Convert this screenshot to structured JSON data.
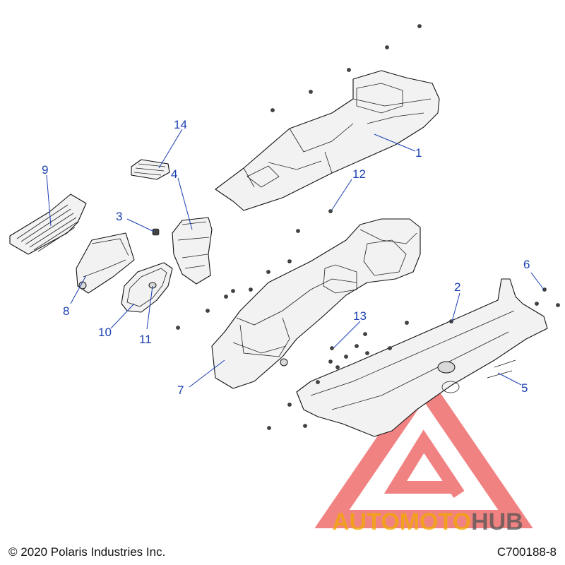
{
  "callouts": [
    {
      "id": "1",
      "label": "1"
    },
    {
      "id": "2",
      "label": "2"
    },
    {
      "id": "3",
      "label": "3"
    },
    {
      "id": "4",
      "label": "4"
    },
    {
      "id": "5",
      "label": "5"
    },
    {
      "id": "6",
      "label": "6"
    },
    {
      "id": "7",
      "label": "7"
    },
    {
      "id": "8",
      "label": "8"
    },
    {
      "id": "9",
      "label": "9"
    },
    {
      "id": "10",
      "label": "10"
    },
    {
      "id": "11",
      "label": "11"
    },
    {
      "id": "12",
      "label": "12"
    },
    {
      "id": "13",
      "label": "13"
    },
    {
      "id": "14",
      "label": "14"
    }
  ],
  "footer": {
    "copyright": "© 2020 Polaris Industries Inc.",
    "drawing_id": "C700188-8"
  },
  "watermark": {
    "part1": "AUTOMOTO",
    "part2": "HUB",
    "color_primary": "#f2a900",
    "color_secondary": "#555555",
    "logo_color": "#e83030"
  },
  "colors": {
    "callout": "#1a3fb0"
  }
}
